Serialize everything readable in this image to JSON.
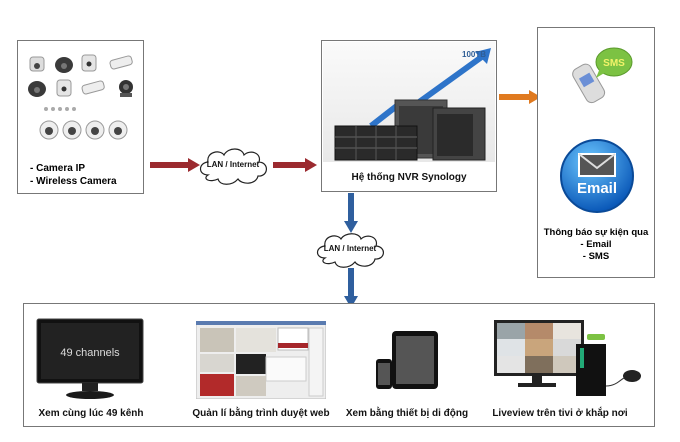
{
  "cameras": {
    "lines": [
      "- Camera IP",
      "- Wireless Camera"
    ]
  },
  "network": {
    "cloud_top_label": "LAN / Internet",
    "cloud_middle_label": "LAN / Internet"
  },
  "nvr": {
    "title": "Hệ thống NVR Synology",
    "capacity_label": "100TB"
  },
  "notifications": {
    "sms_label": "SMS",
    "email_label": "Email",
    "caption_title": "Thông báo sự kiện qua",
    "caption_items": [
      "- Email",
      "- SMS"
    ]
  },
  "viewing": {
    "items": [
      {
        "label": "Xem cùng lúc 49 kênh",
        "screen_text": "49 channels"
      },
      {
        "label": "Quản lí bằng trình duyệt web"
      },
      {
        "label": "Xem bằng thiết bị di động"
      },
      {
        "label": "Liveview trên tivi ở khắp nơi"
      }
    ]
  },
  "colors": {
    "red_arrow": "#9b2a2f",
    "blue_arrow": "#2f5f9e",
    "orange_arrow": "#e07a1f"
  }
}
